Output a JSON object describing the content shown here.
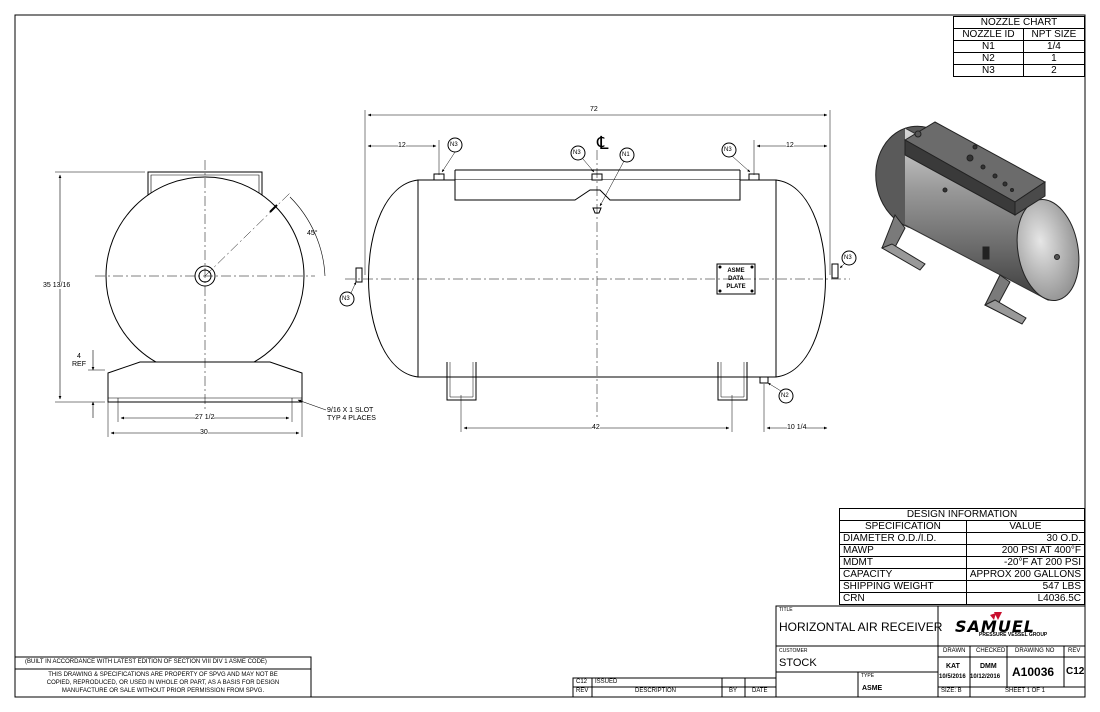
{
  "dims": {
    "overall_length": "72",
    "left_offset": "12",
    "right_offset": "12",
    "height": "35 13/16",
    "angle": "45°",
    "ref_dim": "4",
    "ref_label": "REF",
    "slot_spacing": "27 1/2",
    "base_width": "30",
    "saddle_spacing": "42",
    "saddle_offset": "10 1/4",
    "slot_note_line1": "9/16 X 1 SLOT",
    "slot_note_line2": "TYP 4 PLACES"
  },
  "callouts": {
    "n1": "N1",
    "n2": "N2",
    "n3": "N3",
    "centerline": "℄"
  },
  "asme_plate": [
    "ASME",
    "DATA",
    "PLATE"
  ],
  "nozzle_chart": {
    "title": "NOZZLE CHART",
    "headers": [
      "NOZZLE ID",
      "NPT SIZE"
    ],
    "rows": [
      {
        "id": "N1",
        "size": "1/4"
      },
      {
        "id": "N2",
        "size": "1"
      },
      {
        "id": "N3",
        "size": "2"
      }
    ]
  },
  "design_info": {
    "title": "DESIGN INFORMATION",
    "headers": [
      "SPECIFICATION",
      "VALUE"
    ],
    "rows": [
      {
        "spec": "DIAMETER O.D./I.D.",
        "value": "30 O.D."
      },
      {
        "spec": "MAWP",
        "value": "200 PSI AT 400°F"
      },
      {
        "spec": "MDMT",
        "value": "-20°F AT 200 PSI"
      },
      {
        "spec": "CAPACITY",
        "value": "APPROX 200 GALLONS"
      },
      {
        "spec": "SHIPPING WEIGHT",
        "value": "547 LBS"
      },
      {
        "spec": "CRN",
        "value": "L4036.5C"
      }
    ]
  },
  "title_block": {
    "title_label": "TITLE",
    "title": "HORIZONTAL AIR RECEIVER",
    "customer_label": "CUSTOMER",
    "customer": "STOCK",
    "type_label": "TYPE",
    "type": "ASME",
    "drawn_label": "DRAWN",
    "drawn_by": "KAT",
    "drawn_date": "10/5/2016",
    "checked_label": "CHECKED",
    "checked_by": "DMM",
    "checked_date": "10/12/2016",
    "drawing_no_label": "DRAWING NO",
    "drawing_no": "A10036",
    "rev_label": "REV",
    "rev": "C12",
    "size": "SIZE: B",
    "sheet": "SHEET 1 OF 1",
    "company": "SAMUEL",
    "company_sub": "PRESSURE VESSEL GROUP"
  },
  "revisions": {
    "rows": [
      {
        "rev": "C12",
        "desc": "ISSUED"
      }
    ],
    "headers": [
      "REV",
      "DESCRIPTION",
      "BY",
      "DATE"
    ]
  },
  "notes": {
    "code": "(BUILT IN ACCORDANCE WITH LATEST EDITION OF SECTION VIII DIV 1 ASME CODE)",
    "property": [
      "THIS DRAWING & SPECIFICATIONS ARE PROPERTY OF SPVG AND MAY NOT BE",
      "COPIED, REPRODUCED, OR USED IN WHOLE OR PART, AS A BASIS FOR DESIGN",
      "MANUFACTURE OR SALE WITHOUT PRIOR PERMISSION FROM SPVG."
    ]
  }
}
